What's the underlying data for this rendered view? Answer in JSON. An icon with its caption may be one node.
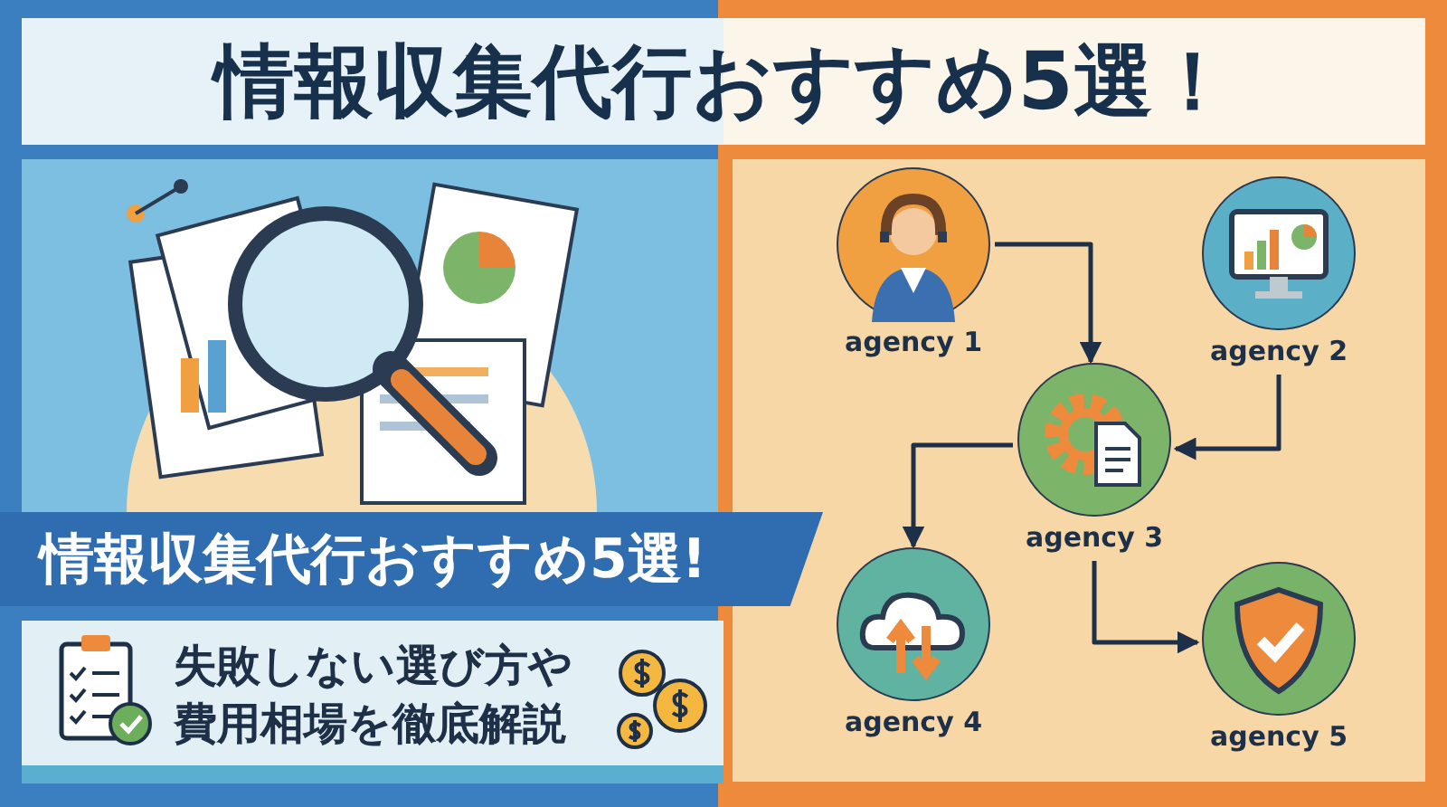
{
  "diagram": {
    "title": "情報収集代行おすすめ5選！",
    "nodes": [
      {
        "text": [
          "agency 1"
        ]
      },
      {
        "text": [
          "agency 2"
        ]
      },
      {
        "text": [
          "agency 3"
        ]
      },
      {
        "text": [
          "agency 4"
        ]
      },
      {
        "text": [
          "agency 5"
        ]
      }
    ],
    "edges": [
      {
        "from": 0,
        "to": 2,
        "arrow": "to"
      },
      {
        "from": 1,
        "to": 2,
        "arrow": "to"
      },
      {
        "from": 2,
        "to": 3,
        "arrow": "to"
      },
      {
        "from": 2,
        "to": 4,
        "arrow": "to"
      }
    ],
    "labels": [
      "情報収集代行おすすめ5選!",
      "失敗しない選び方や費用相場を徹底解説"
    ]
  }
}
